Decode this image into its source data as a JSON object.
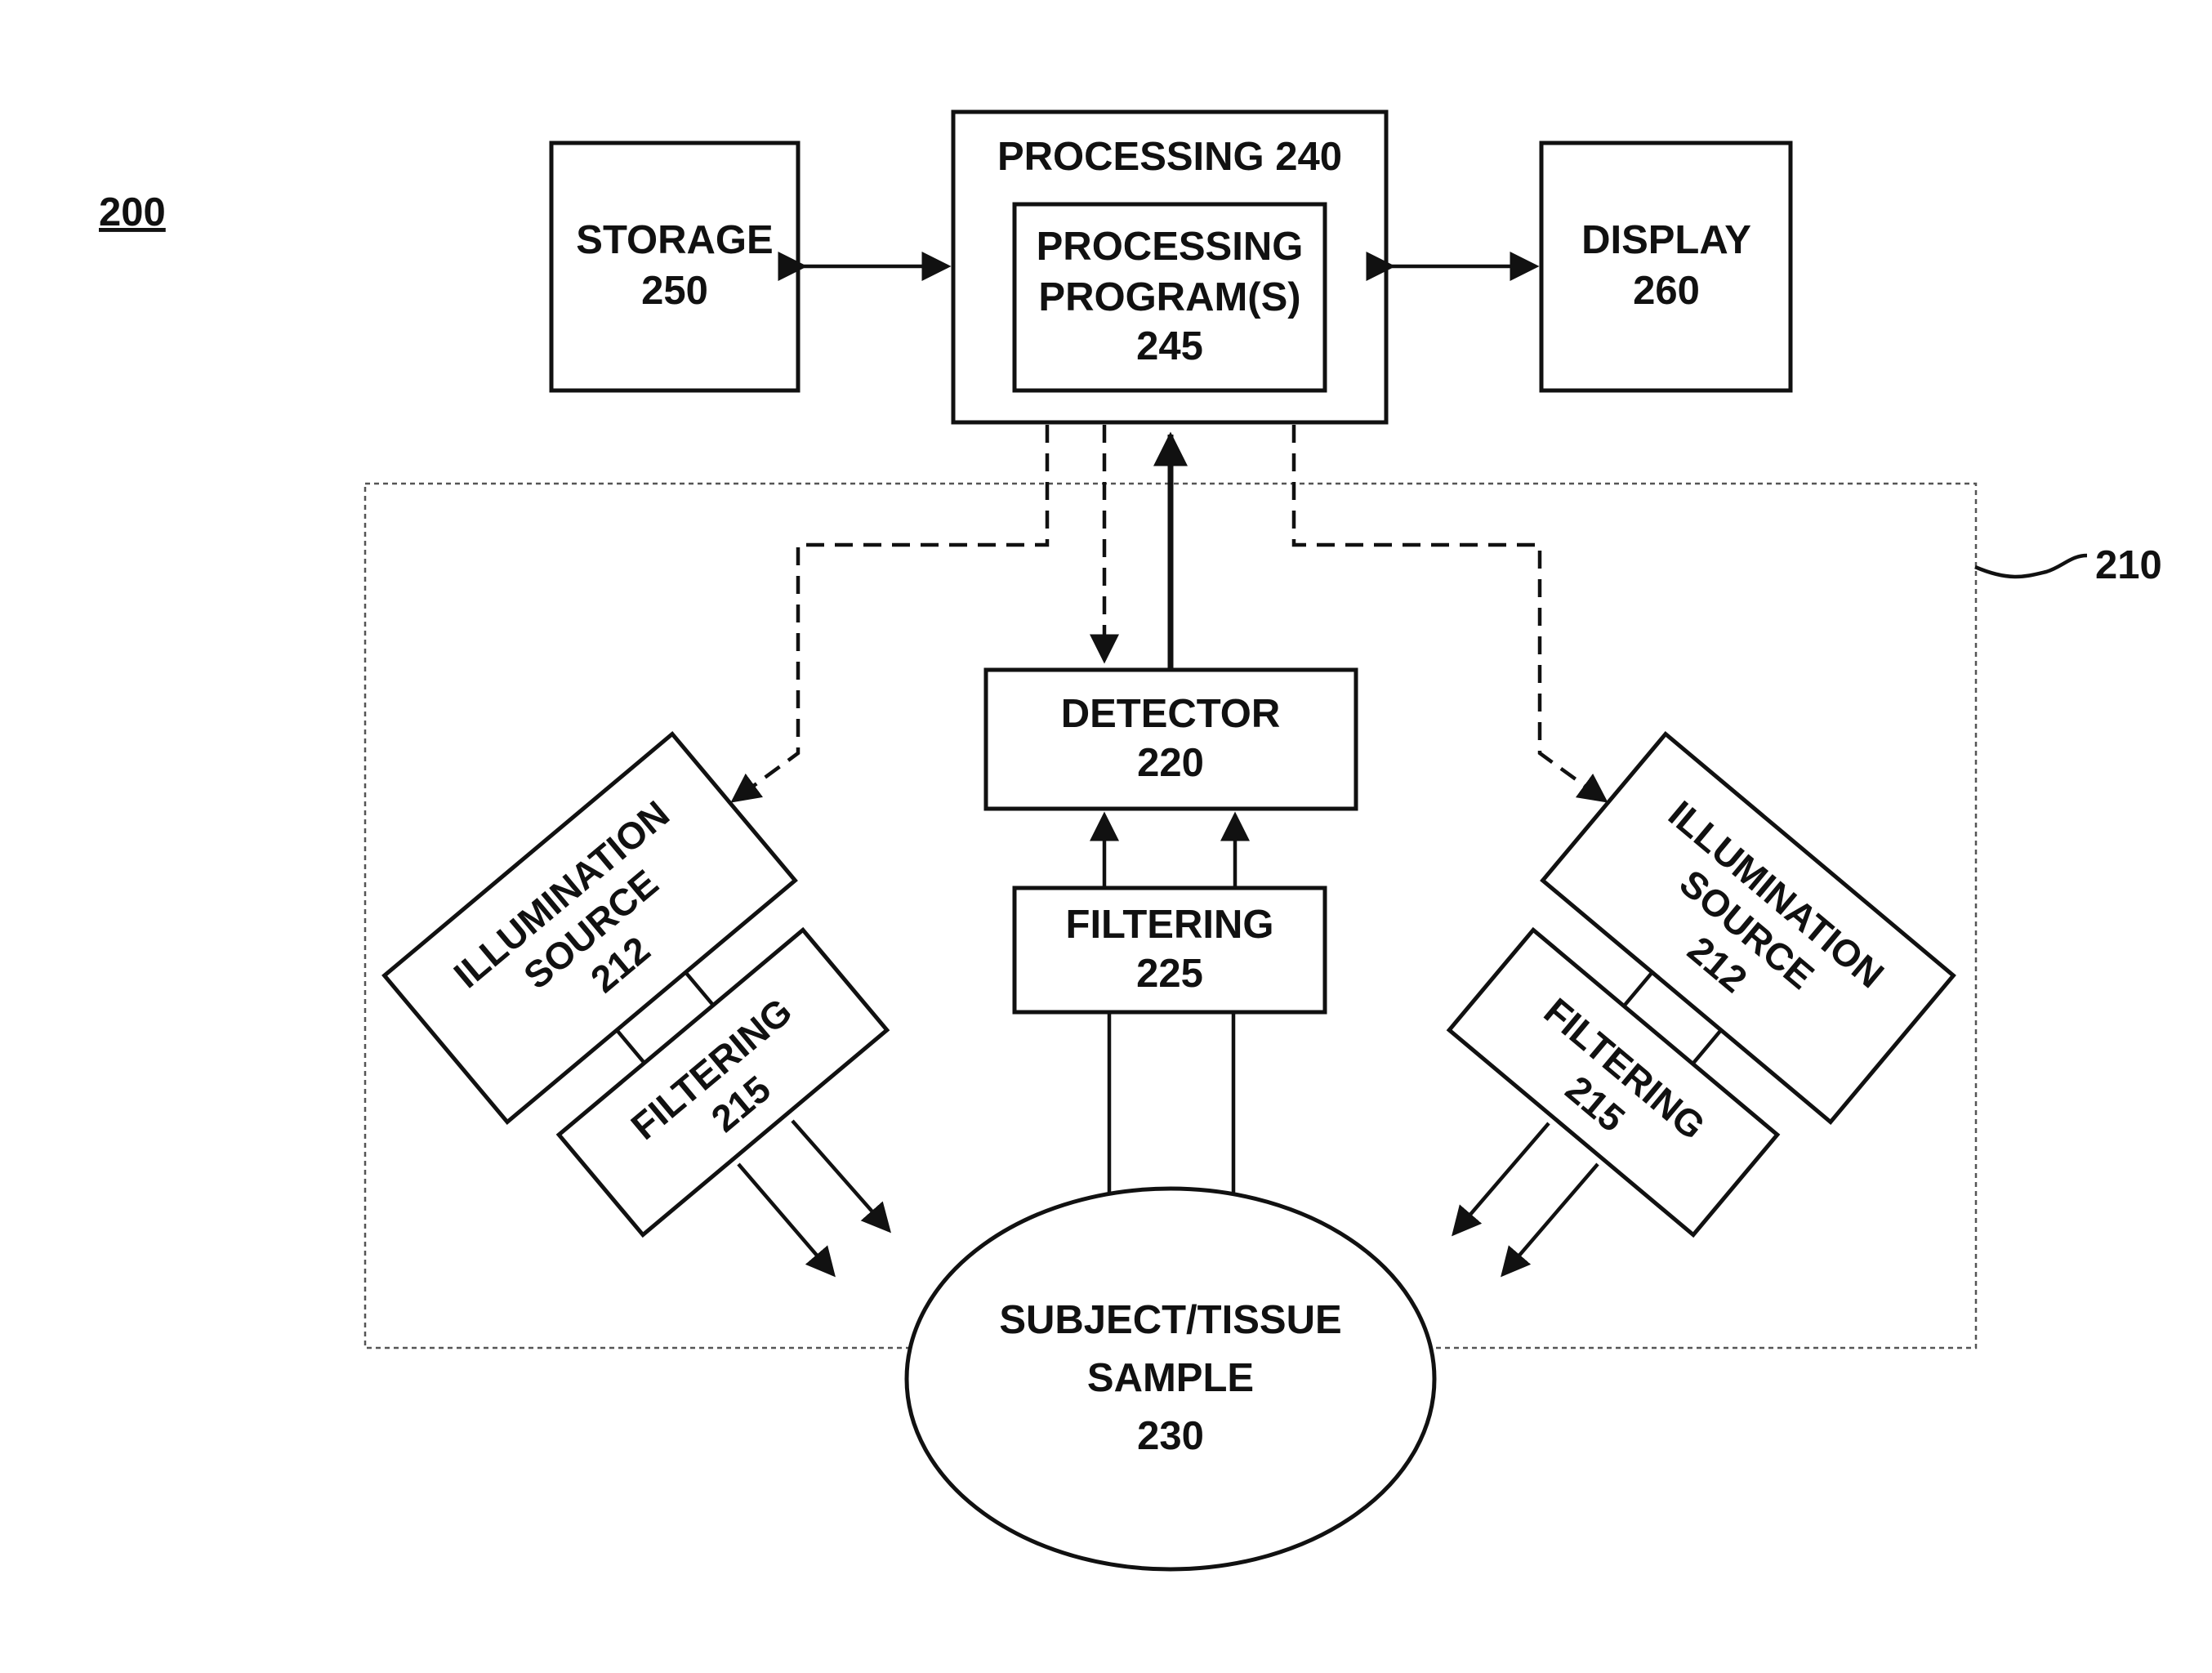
{
  "figure": {
    "number": "200",
    "system_ref": "210"
  },
  "processing": {
    "title": "PROCESSING 240",
    "program": {
      "line1": "PROCESSING",
      "line2": "PROGRAM(S)",
      "line3": "245"
    }
  },
  "storage": {
    "line1": "STORAGE",
    "line2": "250"
  },
  "display": {
    "line1": "DISPLAY",
    "line2": "260"
  },
  "detector": {
    "line1": "DETECTOR",
    "line2": "220"
  },
  "filter_center": {
    "line1": "FILTERING",
    "line2": "225"
  },
  "illum_left": {
    "line1": "ILLUMINATION",
    "line2": "SOURCE",
    "line3": "212"
  },
  "filter_left": {
    "line1": "FILTERING",
    "line2": "215"
  },
  "illum_right": {
    "line1": "ILLUMINATION",
    "line2": "SOURCE",
    "line3": "212"
  },
  "filter_right": {
    "line1": "FILTERING",
    "line2": "215"
  },
  "sample": {
    "line1": "SUBJECT/TISSUE",
    "line2": "SAMPLE",
    "line3": "230"
  },
  "colors": {
    "ink": "#111111",
    "background": "#ffffff"
  }
}
